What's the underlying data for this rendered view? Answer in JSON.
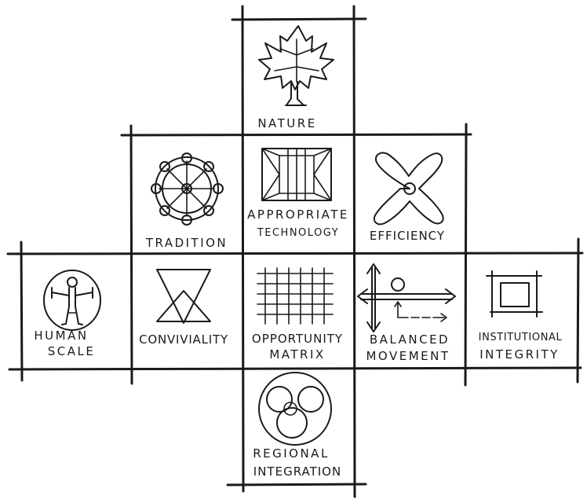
{
  "cells": {
    "nature": {
      "line1": "NATURE",
      "icon": "maple-leaf-icon"
    },
    "tradition": {
      "line1": "TRADITION",
      "icon": "wheel-icon"
    },
    "appropriate_technology": {
      "line1": "APPROPRIATE",
      "line2": "TECHNOLOGY",
      "icon": "roof-frame-icon"
    },
    "efficiency": {
      "line1": "EFFICIENCY",
      "icon": "four-point-star-icon"
    },
    "human_scale": {
      "line1": "HUMAN",
      "line2": "SCALE",
      "icon": "human-figure-icon"
    },
    "conviviality": {
      "line1": "CONVIVIALITY",
      "icon": "hourglass-triangles-icon"
    },
    "opportunity_matrix": {
      "line1": "OPPORTUNITY",
      "line2": "MATRIX",
      "icon": "grid-icon"
    },
    "balanced_movement": {
      "line1": "BALANCED",
      "line2": "MOVEMENT",
      "icon": "arrows-icon"
    },
    "institutional_integrity": {
      "line1": "INSTITUTIONAL",
      "line2": "INTEGRITY",
      "icon": "framed-square-icon"
    },
    "regional_integration": {
      "line1": "REGIONAL",
      "line2": "INTEGRATION",
      "icon": "overlapping-circles-icon"
    }
  },
  "colors": {
    "ink": "#1a1a1a",
    "paper": "#ffffff"
  }
}
